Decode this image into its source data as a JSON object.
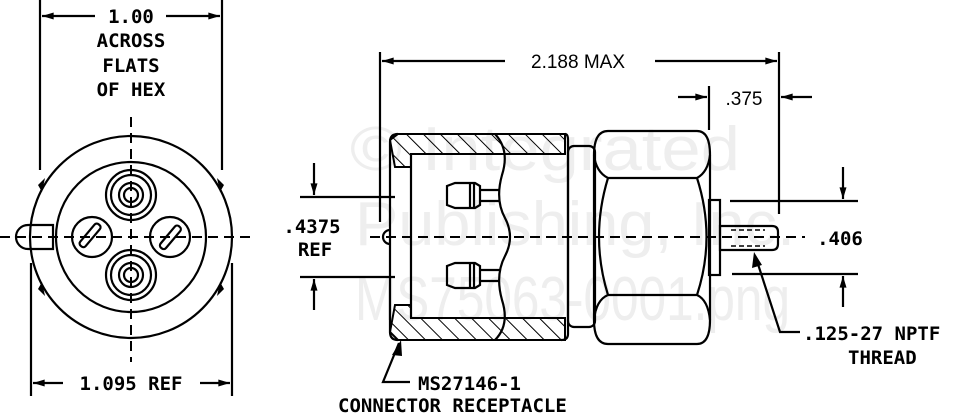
{
  "watermark": {
    "line1": "© Integrated",
    "line2": "Publishing, Inc.",
    "line3": "MS75063-0001.png"
  },
  "end_view": {
    "across_flats_value": "1.00",
    "across_flats_line1": "ACROSS",
    "across_flats_line2": "FLATS",
    "across_flats_line3": "OF HEX",
    "diameter_label": "1.095 REF"
  },
  "side_view": {
    "overall_length": "2.188 MAX",
    "stud_length": ".375",
    "pin_spacing_value": ".4375",
    "pin_spacing_ref": "REF",
    "flange_dim": ".406",
    "thread_label_line1": ".125-27 NPTF",
    "thread_label_line2": "THREAD",
    "receptacle_label_line1": "MS27146-1",
    "receptacle_label_line2": "CONNECTOR RECEPTACLE"
  }
}
